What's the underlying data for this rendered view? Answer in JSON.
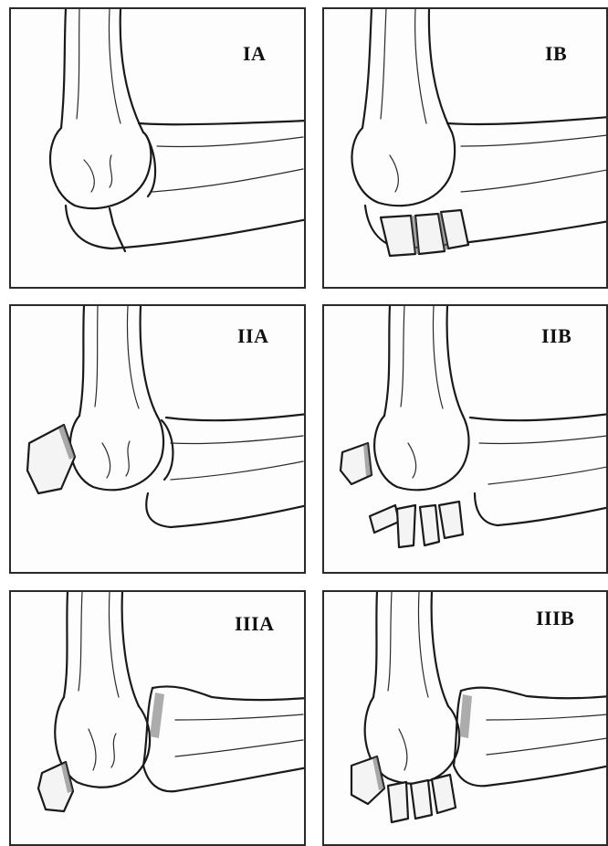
{
  "panels": [
    {
      "id": "IA",
      "label": "IA"
    },
    {
      "id": "IB",
      "label": "IB"
    },
    {
      "id": "IIA",
      "label": "IIA"
    },
    {
      "id": "IIB",
      "label": "IIB"
    },
    {
      "id": "IIIA",
      "label": "IIIA"
    },
    {
      "id": "IIIB",
      "label": "IIIB"
    }
  ]
}
